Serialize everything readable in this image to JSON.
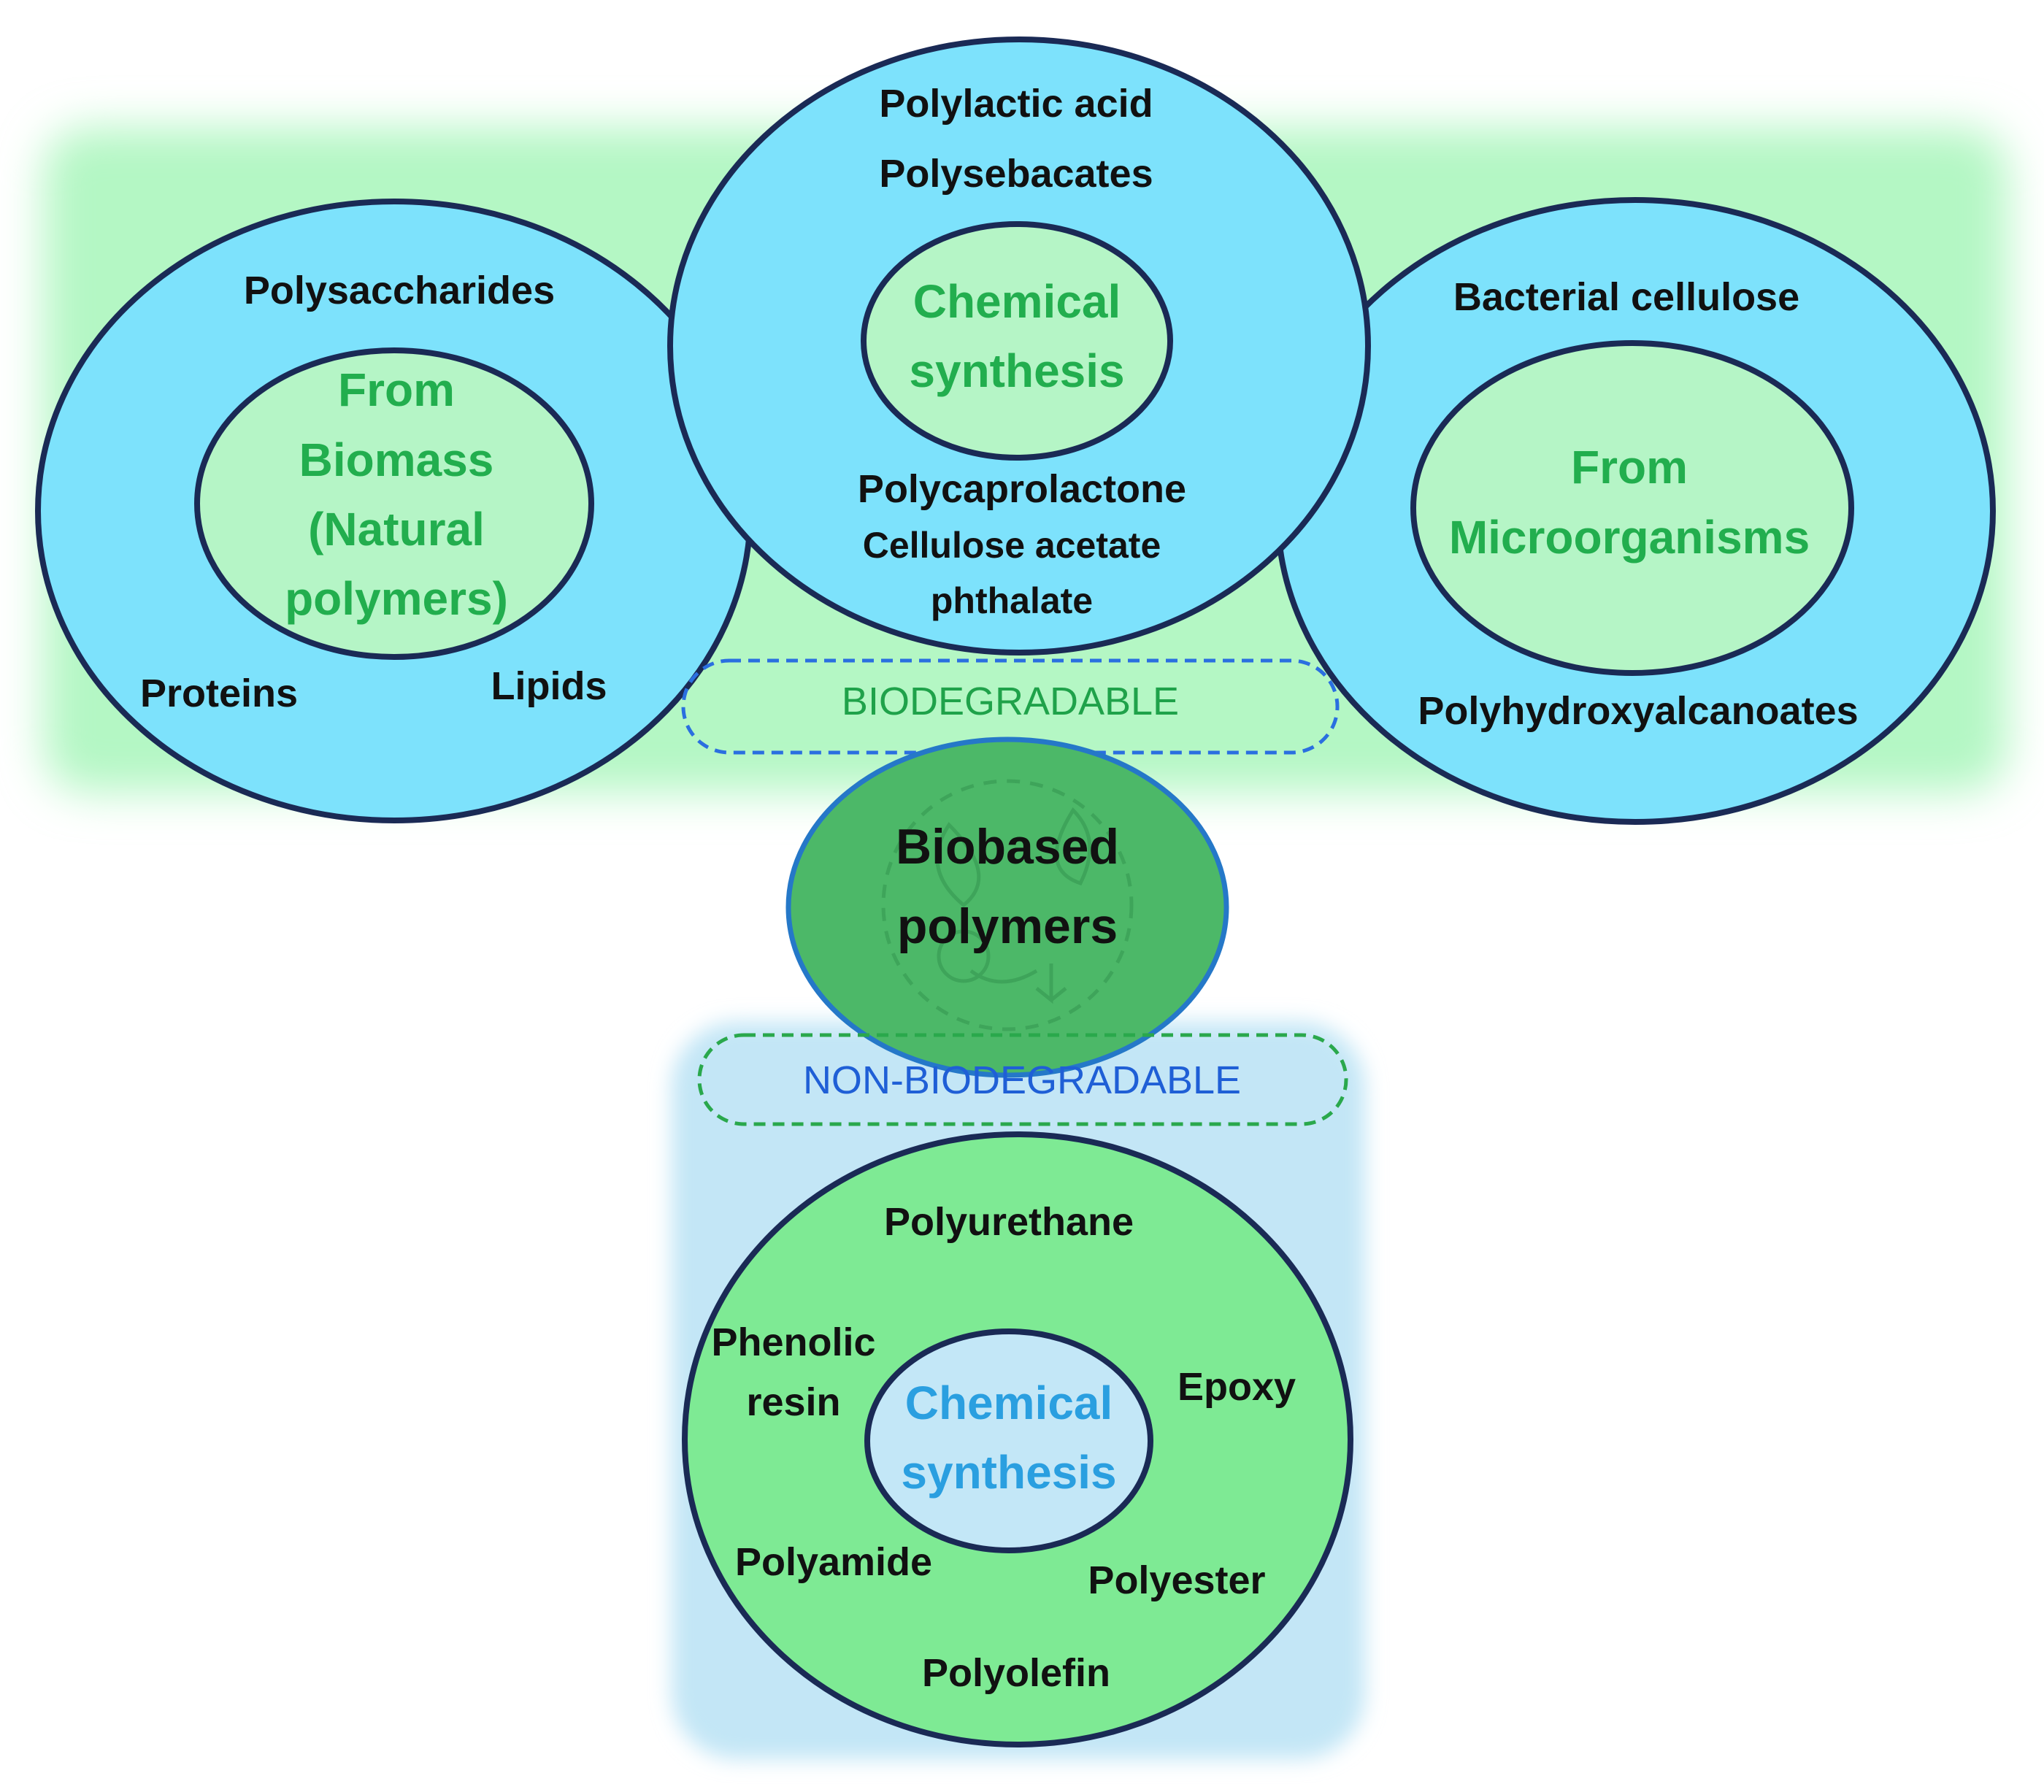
{
  "center": {
    "label_line1": "Biobased",
    "label_line2": "polymers"
  },
  "biodegradable_label": "BIODEGRADABLE",
  "non_biodegradable_label": "NON-BIODEGRADABLE",
  "biomass": {
    "title_line1": "From",
    "title_line2": "Biomass",
    "title_line3": "(Natural",
    "title_line4": "polymers)",
    "examples": [
      "Polysaccharides",
      "Proteins",
      "Lipids"
    ]
  },
  "chemical_bio": {
    "title_line1": "Chemical",
    "title_line2": "synthesis",
    "examples": [
      "Polylactic acid",
      "Polysebacates",
      "Polycaprolactone",
      "Cellulose acetate",
      "phthalate"
    ]
  },
  "microorganisms": {
    "title_line1": "From",
    "title_line2": "Microorganisms",
    "examples": [
      "Bacterial cellulose",
      "Polyhydroxyalcanoates"
    ]
  },
  "chemical_nonbio": {
    "title_line1": "Chemical",
    "title_line2": "synthesis",
    "examples": [
      "Polyurethane",
      "Phenolic",
      "resin",
      "Epoxy",
      "Polyamide",
      "Polyester",
      "Polyolefin"
    ]
  },
  "colors": {
    "ring_blue": "#7de2fc",
    "ring_green": "#7eea94",
    "inner_green": "#b5f5c6",
    "inner_blue": "#c3e7f7",
    "outline": "#1a2a55",
    "center_green": "#4cb868",
    "glow_green": "#b4f7c4",
    "panel_blue": "#c3e6f6"
  }
}
